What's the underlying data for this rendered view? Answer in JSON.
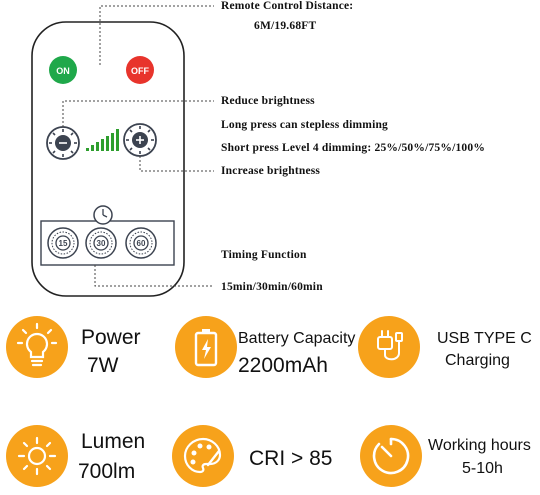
{
  "remote": {
    "on_label": "ON",
    "off_label": "OFF",
    "timer_15": "15",
    "timer_30": "30",
    "timer_60": "60"
  },
  "annotations": {
    "distance_title": "Remote Control Distance:",
    "distance_value": "6M/19.68FT",
    "reduce": "Reduce brightness",
    "long_press": "Long press can stepless dimming",
    "short_press": "Short press Level 4 dimming: 25%/50%/75%/100%",
    "increase": "Increase brightness",
    "timing": "Timing Function",
    "timing_values": "15min/30min/60min"
  },
  "features": {
    "power_label": "Power",
    "power_value": "7W",
    "battery_label": "Battery Capacity",
    "battery_value": "2200mAh",
    "usb_line1": "USB TYPE C",
    "usb_line2": "Charging",
    "lumen_label": "Lumen",
    "lumen_value": "700lm",
    "cri": "CRI > 85",
    "hours_label": "Working hours",
    "hours_value": "5-10h"
  },
  "colors": {
    "accent_orange": "#f7a21b",
    "on_green": "#1fa84a",
    "off_red": "#e8342c",
    "dim_bars_green": "#2e9e2e",
    "button_dark": "#3c4350"
  },
  "icons": [
    "bulb-icon",
    "battery-icon",
    "usb-plug-icon",
    "sun-icon",
    "palette-icon",
    "timer-icon",
    "clock-icon"
  ]
}
